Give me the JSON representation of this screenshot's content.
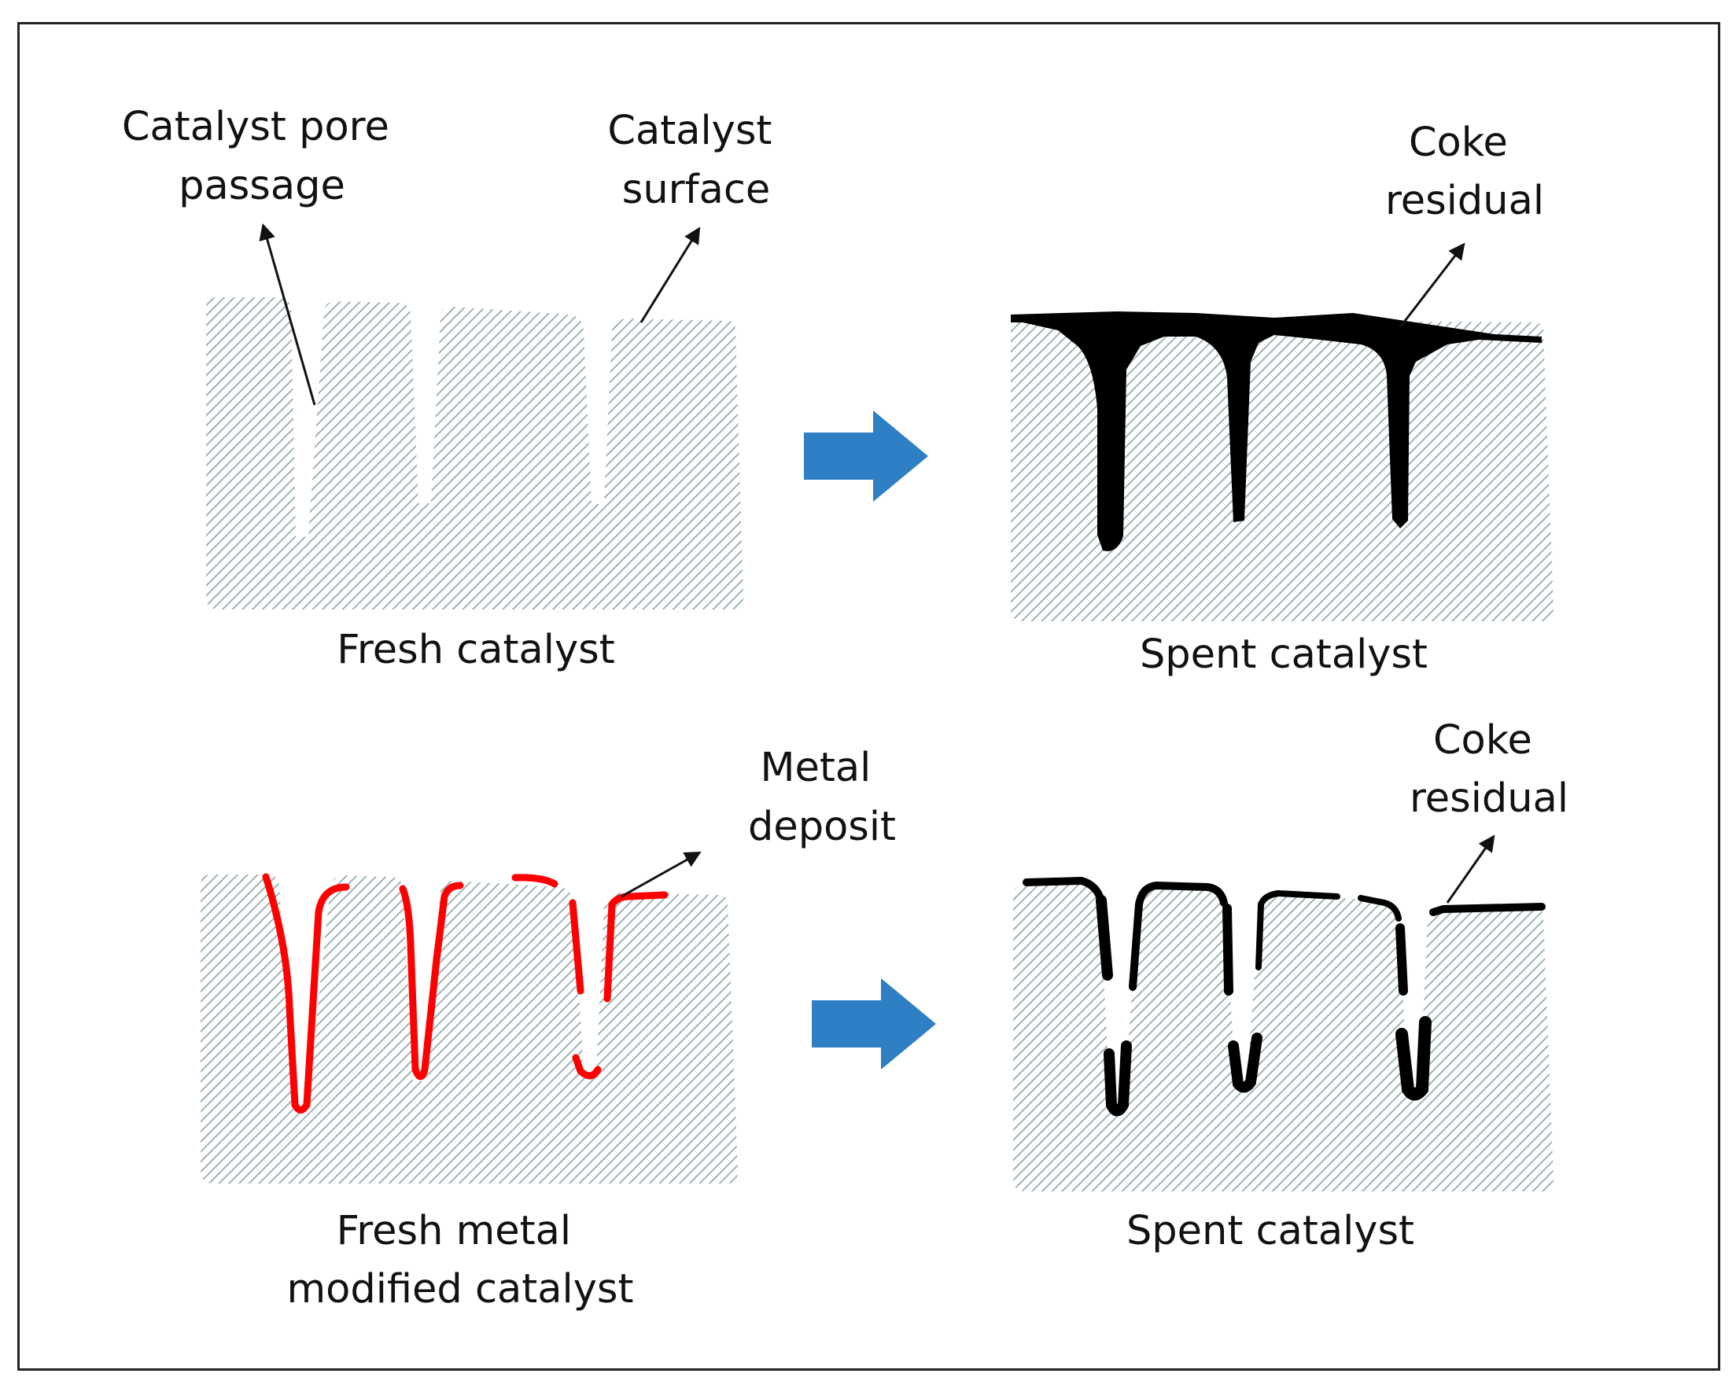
{
  "labels": {
    "pore_passage": [
      "Catalyst pore",
      "passage"
    ],
    "catalyst_surface": [
      "Catalyst",
      "surface"
    ],
    "coke_residual_top": [
      "Coke",
      "residual"
    ],
    "fresh_catalyst": "Fresh catalyst",
    "spent_catalyst_top": "Spent catalyst",
    "metal_deposit": [
      "Metal",
      "deposit"
    ],
    "coke_residual_bottom": [
      "Coke",
      "residual"
    ],
    "fresh_metal_modified": [
      "Fresh metal",
      "modified catalyst"
    ],
    "spent_catalyst_bottom": "Spent catalyst"
  },
  "colors": {
    "catalyst_hatch": "#9fb3b8",
    "coke": "#000000",
    "metal_deposit": "#ff0000",
    "process_arrow": "#2f7fc4",
    "annotation_arrow": "#111111"
  },
  "icons": {
    "process_arrow_top": "right-arrow-icon",
    "process_arrow_bottom": "right-arrow-icon"
  }
}
